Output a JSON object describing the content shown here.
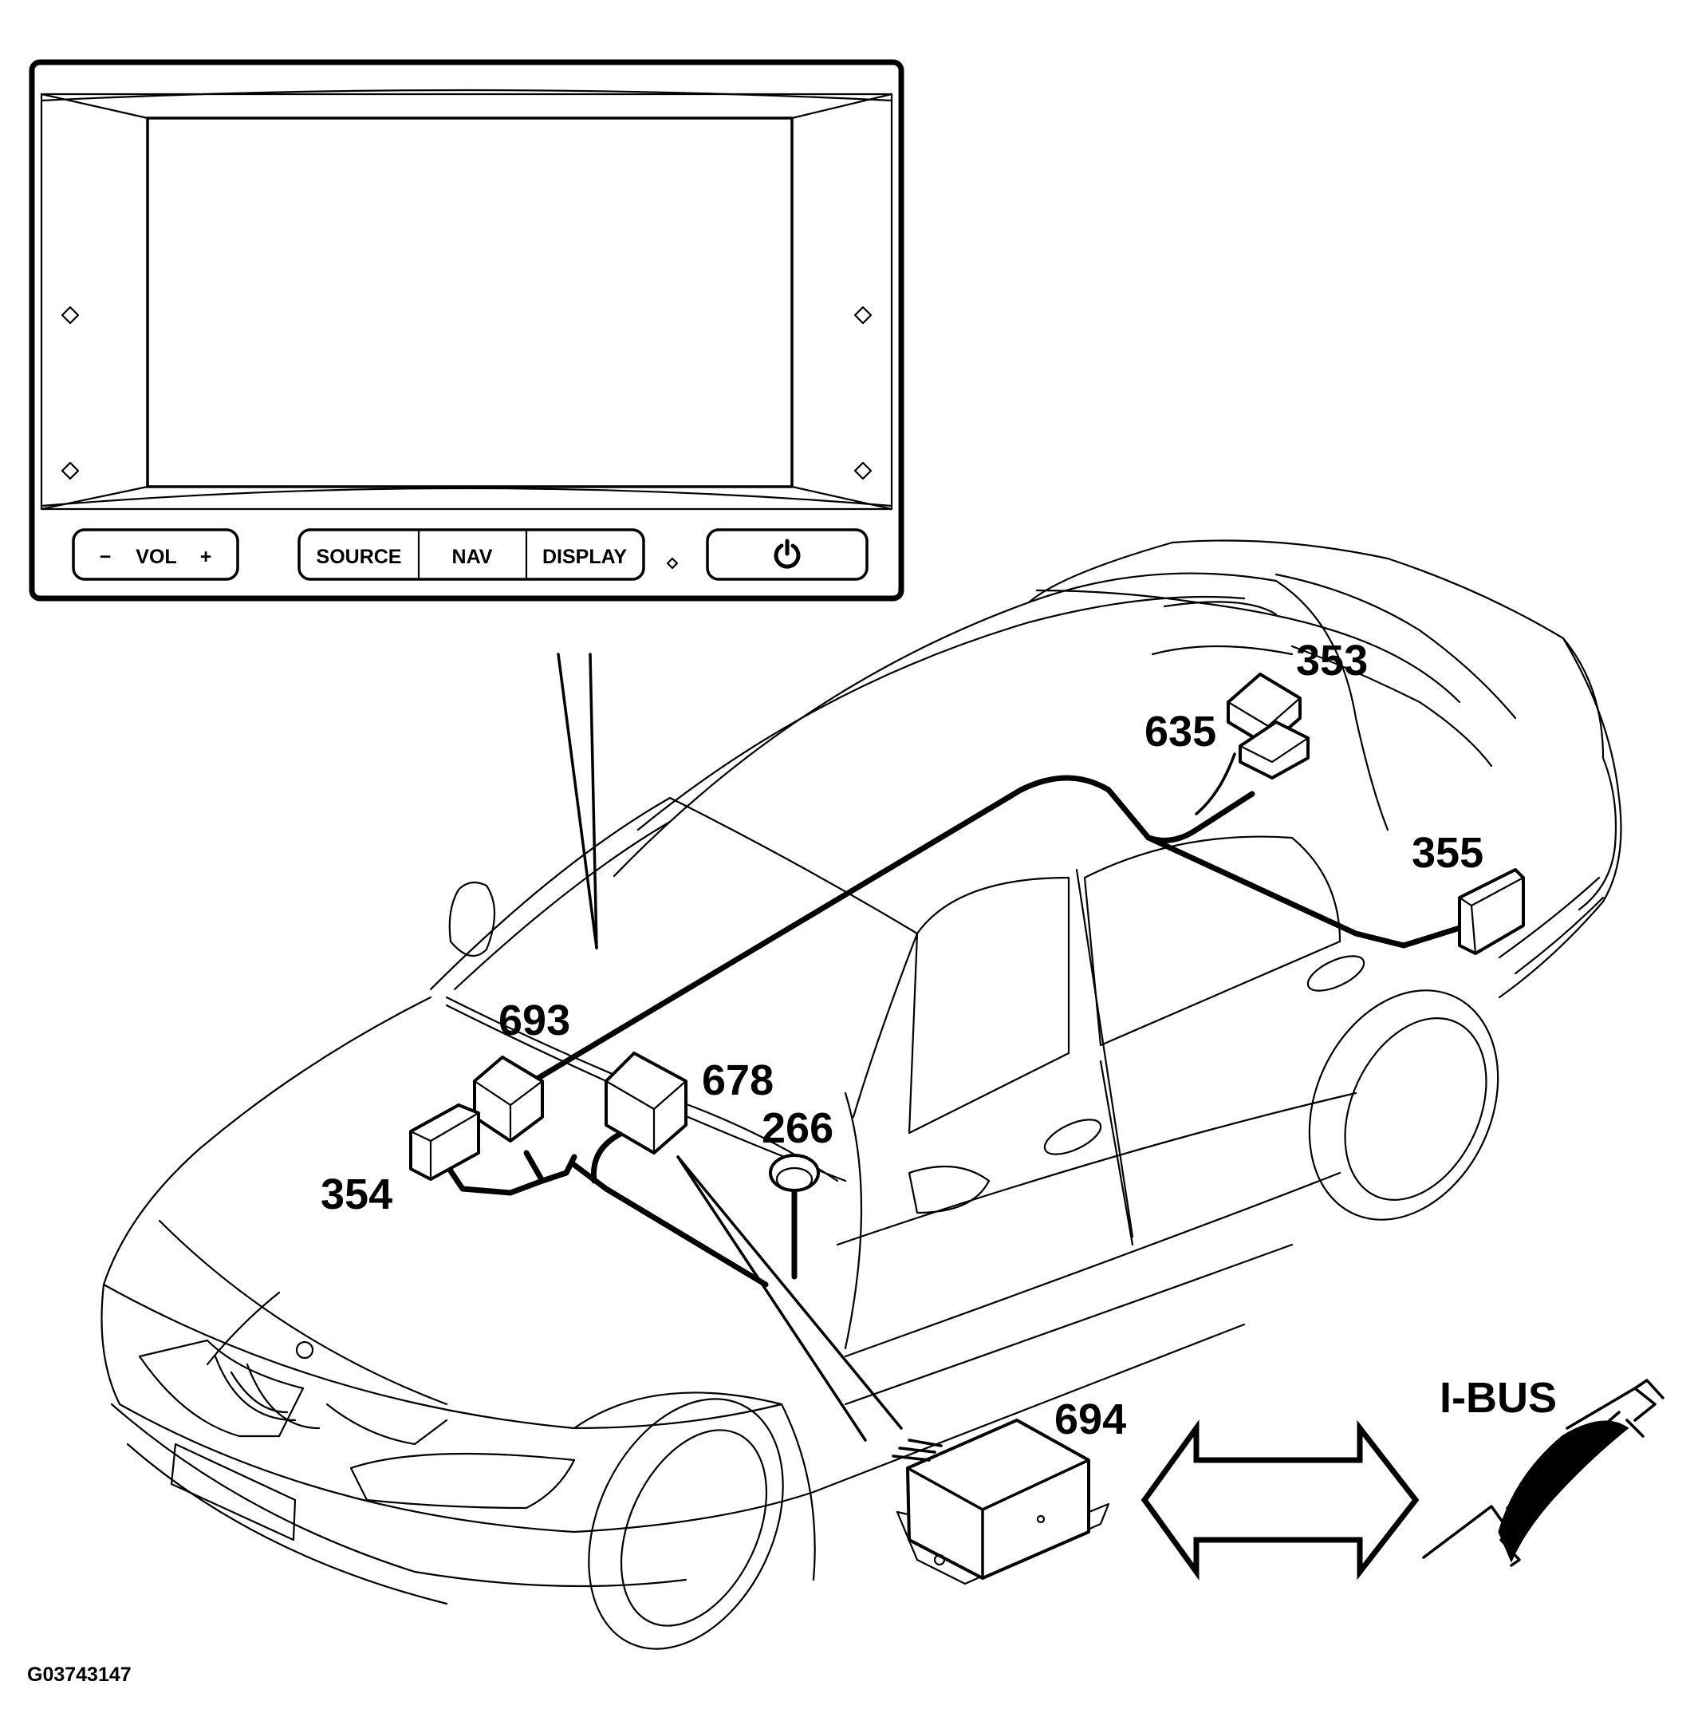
{
  "display_unit": {
    "buttons": {
      "vol_minus": "−",
      "vol_label": "VOL",
      "vol_plus": "+",
      "source": "SOURCE",
      "nav": "NAV",
      "display": "DISPLAY",
      "power_icon": "power-icon"
    }
  },
  "callouts": {
    "c353": "353",
    "c635": "635",
    "c355": "355",
    "c693": "693",
    "c678": "678",
    "c266": "266",
    "c354": "354",
    "c694": "694"
  },
  "bus_label": "I-BUS",
  "figure_id": "G03743147"
}
